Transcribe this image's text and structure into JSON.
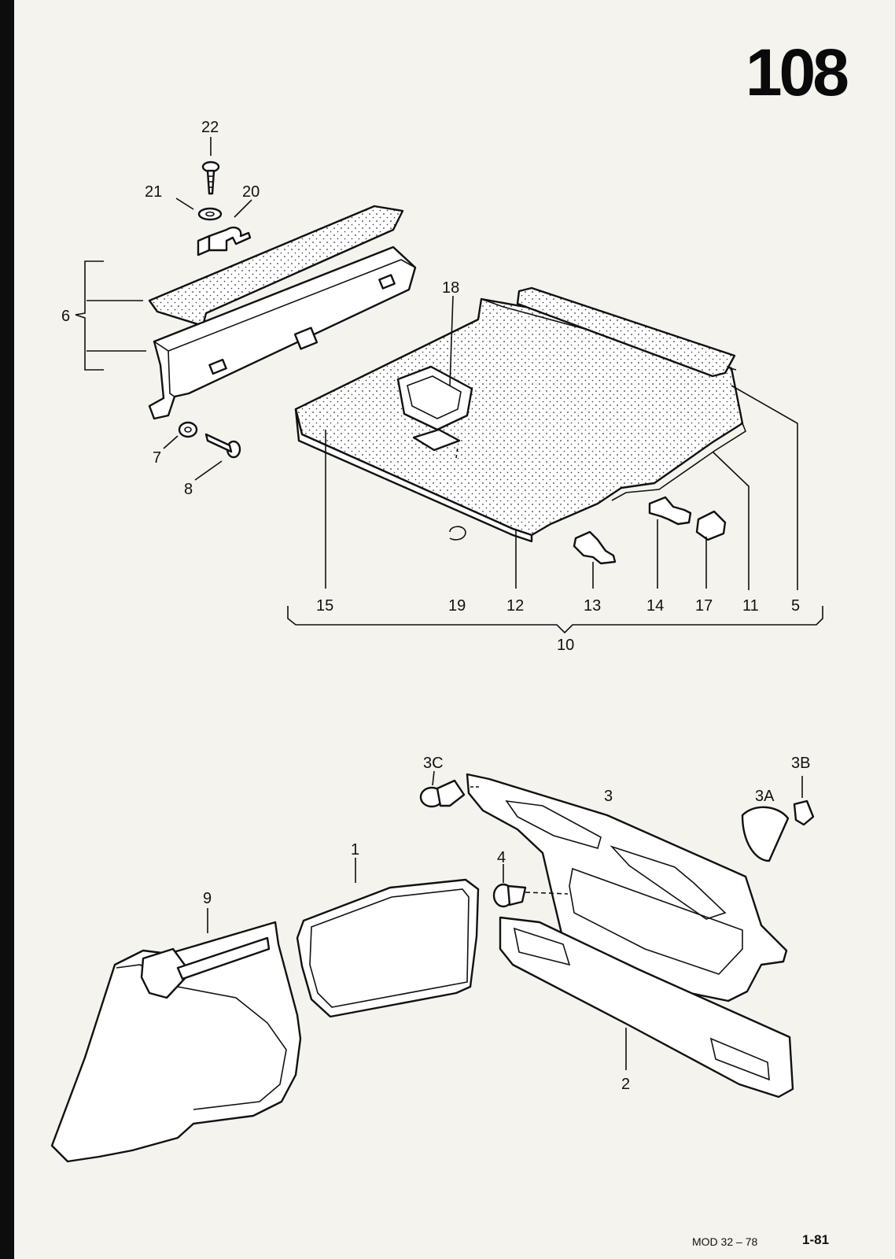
{
  "page_number": "108",
  "footer": {
    "model": "MOD 32 – 78",
    "date": "1-81"
  },
  "callouts": {
    "c22": "22",
    "c21": "21",
    "c20": "20",
    "c6": "6",
    "c7": "7",
    "c8": "8",
    "c18": "18",
    "c15": "15",
    "c19": "19",
    "c12": "12",
    "c13": "13",
    "c14": "14",
    "c17": "17",
    "c11": "11",
    "c5": "5",
    "c10": "10",
    "c3C": "3C",
    "c3": "3",
    "c3A": "3A",
    "c3B": "3B",
    "c1": "1",
    "c4": "4",
    "c9": "9",
    "c2": "2"
  }
}
